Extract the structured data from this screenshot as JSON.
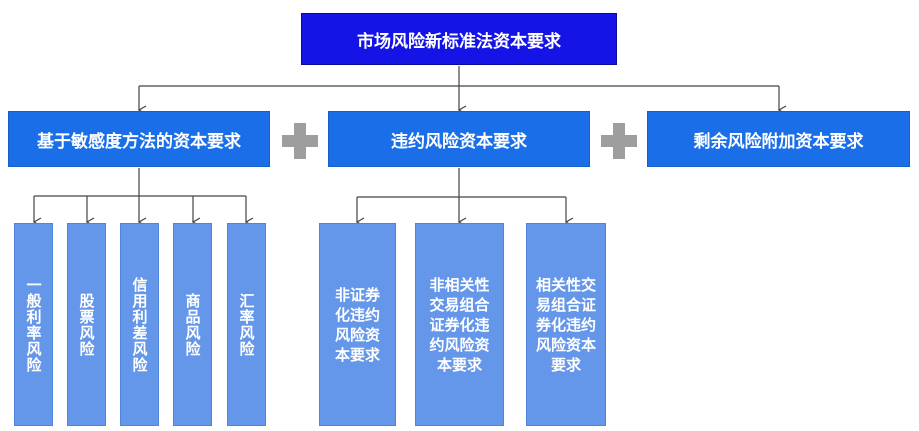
{
  "root": {
    "label": "市场风险新标准法资本要求"
  },
  "level1": [
    {
      "label": "基于敏感度方法的资本要求"
    },
    {
      "label": "违约风险资本要求"
    },
    {
      "label": "剩余风险附加资本要求"
    }
  ],
  "sensitivity_children": [
    {
      "label": "一般利率风险"
    },
    {
      "label": "股票风险"
    },
    {
      "label": "信用利差风险"
    },
    {
      "label": "商品风险"
    },
    {
      "label": "汇率风险"
    }
  ],
  "default_children": [
    {
      "label": "非证券化违约风险资本要求"
    },
    {
      "label": "非相关性交易组合证券化违约风险资本要求"
    },
    {
      "label": "相关性交易组合证券化违约风险资本要求"
    }
  ],
  "colors": {
    "root": "#1414e6",
    "level1": "#1a6fe8",
    "leaf": "#6496e9",
    "plus": "#9e9e9e",
    "connector": "#444444"
  },
  "icons": {
    "operator": "plus-icon"
  }
}
